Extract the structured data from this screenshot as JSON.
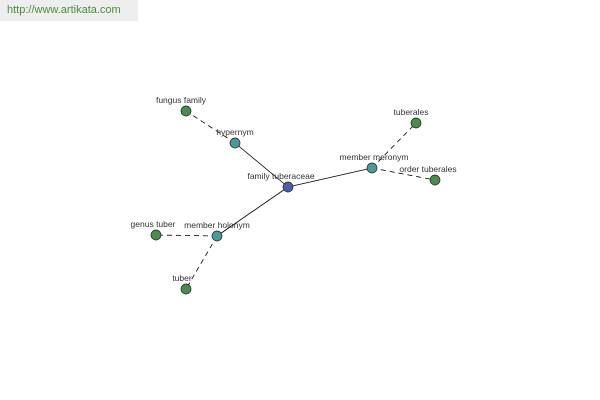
{
  "watermark": {
    "url": "http://www.artikata.com"
  },
  "colors": {
    "center_node": "#4a5fa8",
    "relation_node": "#4a9a96",
    "leaf_node": "#4a8c4a",
    "edge": "#000000"
  },
  "nodes": {
    "center": "family tuberaceae",
    "hypernym": "hypernym",
    "member_meronym": "member meronym",
    "member_holonym": "member holonym",
    "fungus_family": "fungus family",
    "tuberales": "tuberales",
    "order_tuberales": "order tuberales",
    "genus_tuber": "genus tuber",
    "tuber": "tuber"
  }
}
